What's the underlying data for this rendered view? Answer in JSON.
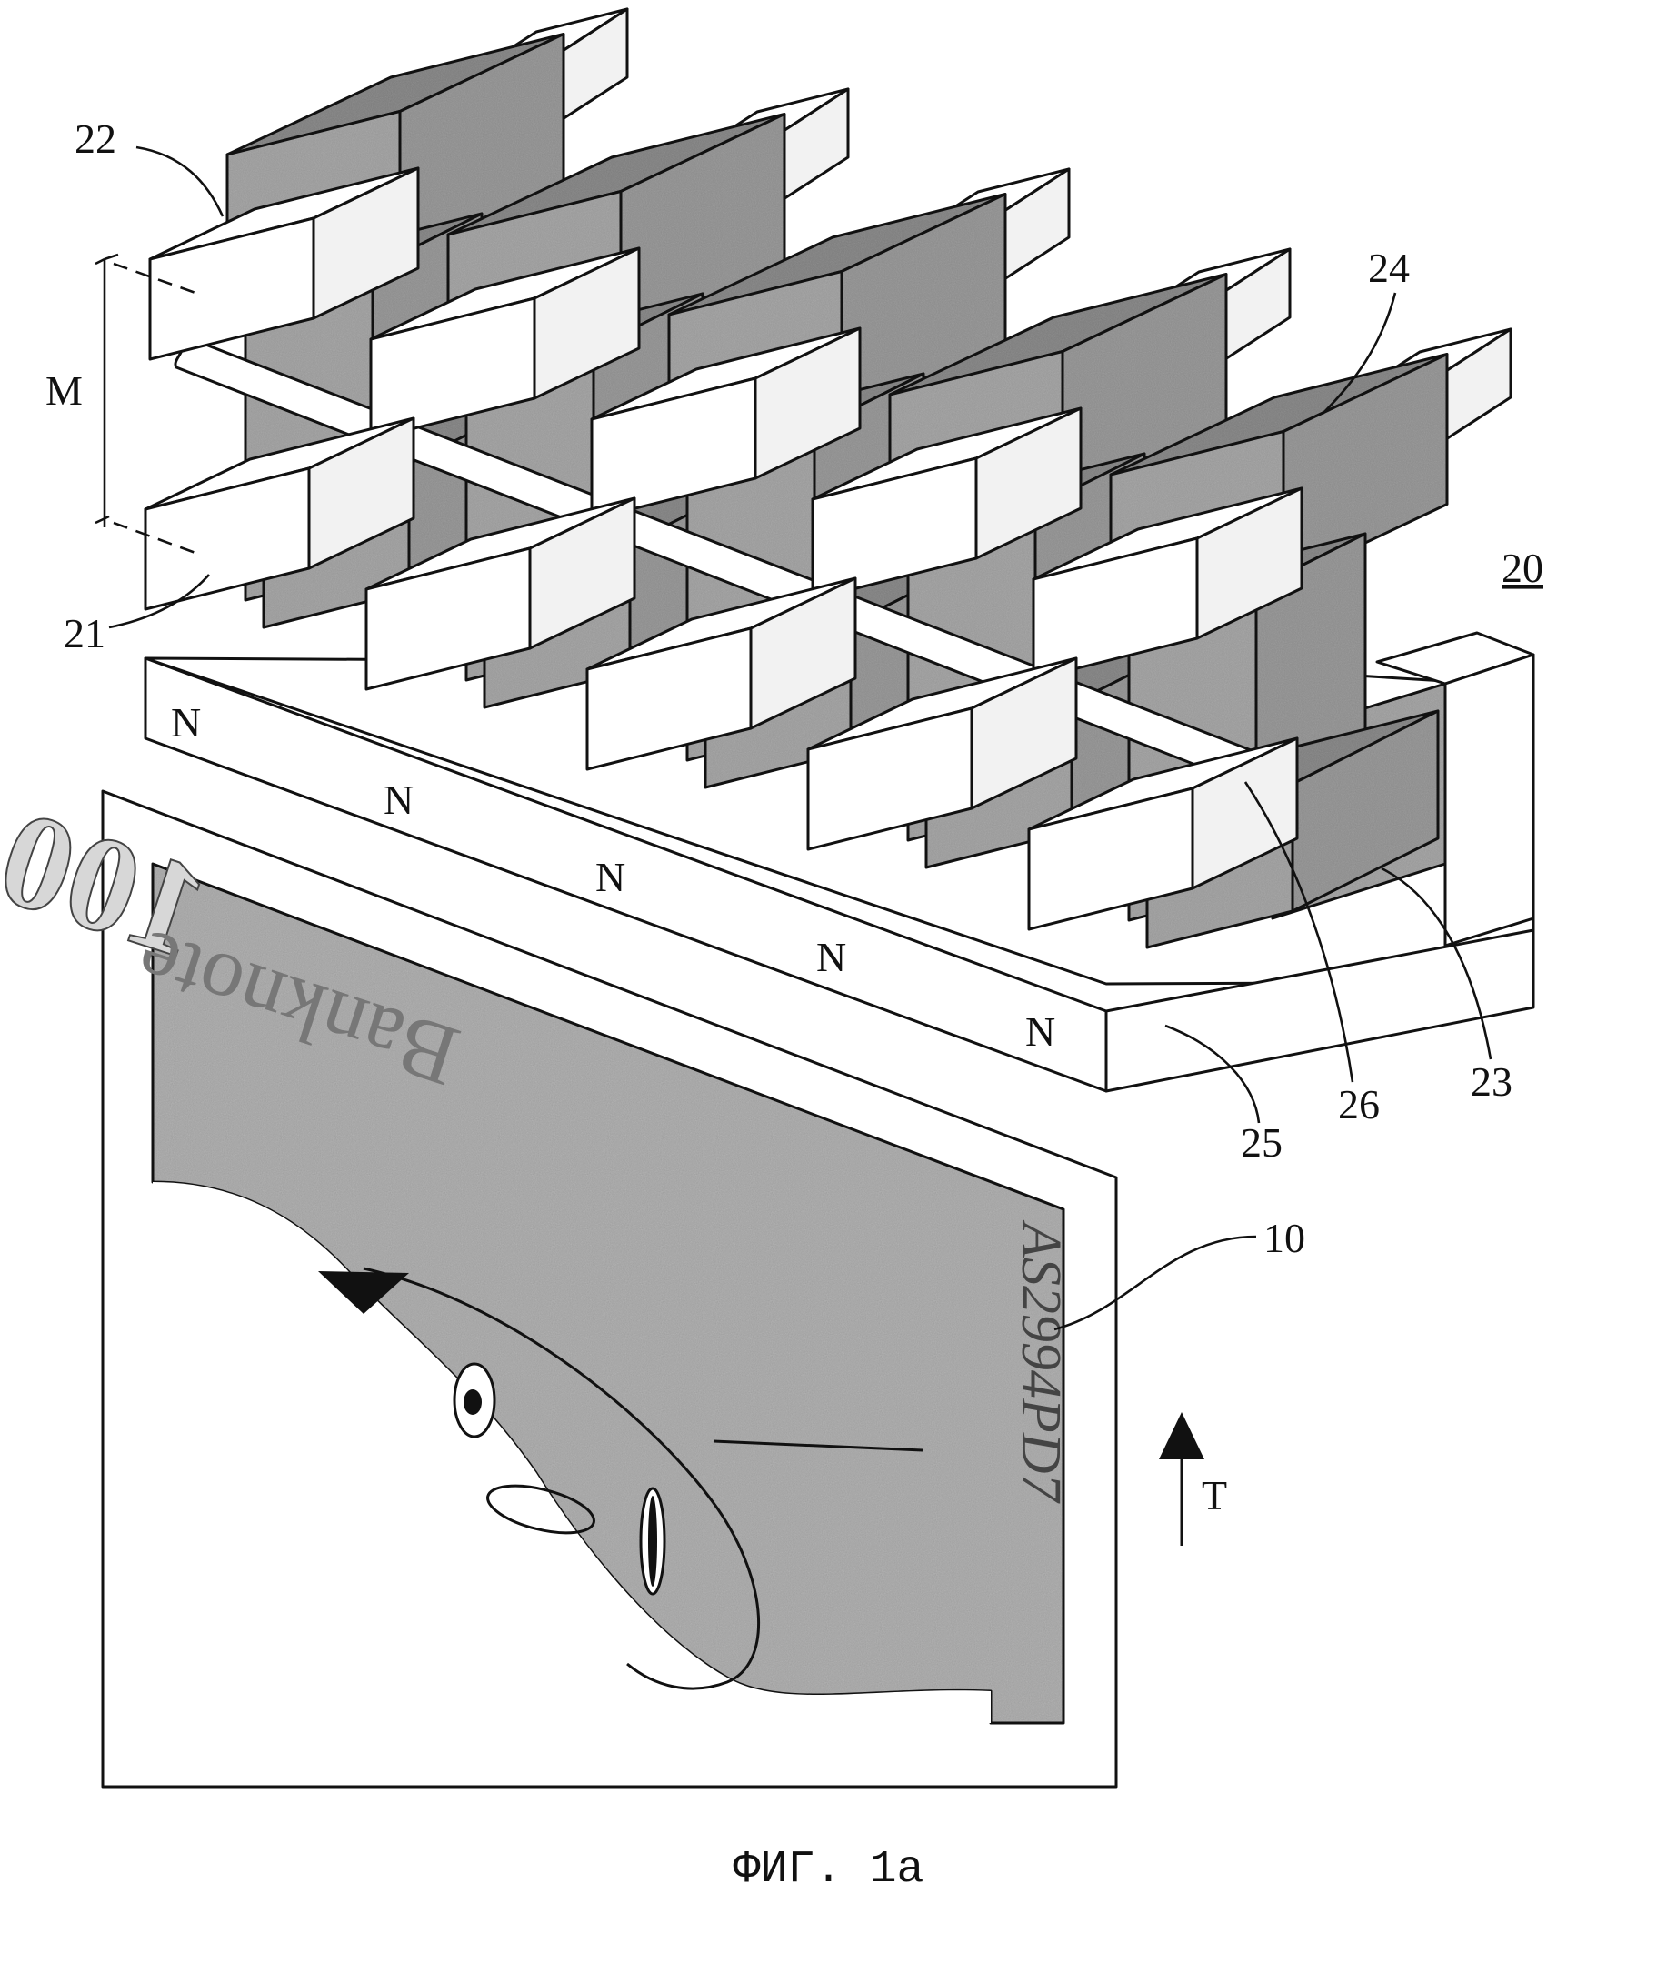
{
  "figure": {
    "caption": "ФИГ. 1а",
    "reference_labels": {
      "sensor_device": "20",
      "lower_magnets": "21",
      "upper_magnets": "22",
      "lower_pole_pieces": "23",
      "upper_pole_pieces": "24",
      "base_magnet": "25",
      "guide_strip": "26",
      "banknote": "10",
      "gap": "M",
      "transport_direction": "T"
    },
    "pole_markings": [
      "N",
      "N",
      "N",
      "N",
      "N"
    ],
    "banknote": {
      "denomination": "100",
      "word": "Banknote",
      "serial": "AS2994PD7"
    },
    "colors": {
      "ink": "#111111",
      "paper": "#ffffff",
      "grain": "#8a8a8a"
    }
  }
}
